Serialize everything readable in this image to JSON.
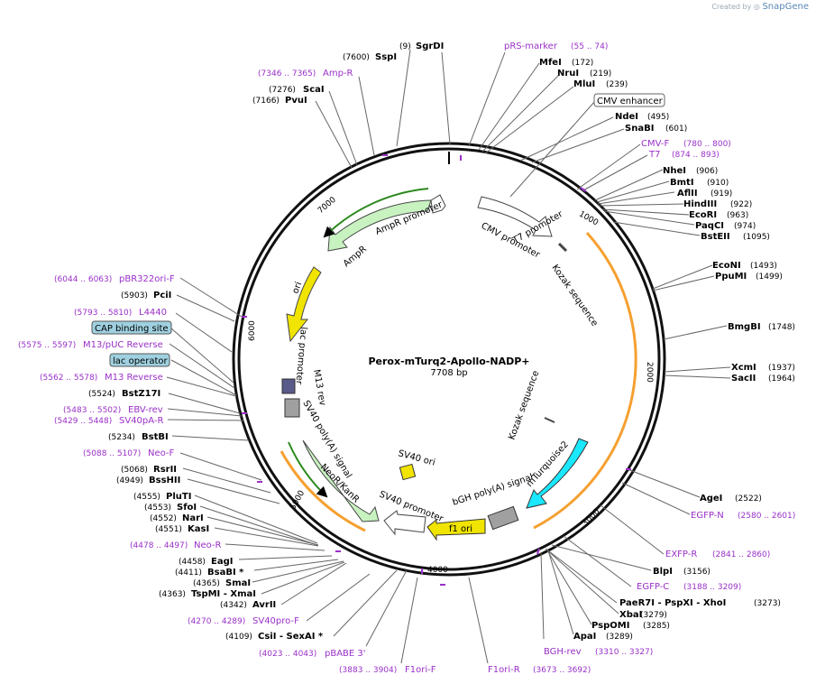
{
  "credit": {
    "prefix": "Created by",
    "brand": "SnapGene"
  },
  "plasmid": {
    "name": "Perox-mTurq2-Apollo-NADP+",
    "size_label": "7708 bp",
    "length": 7708
  },
  "ticks": [
    "1000",
    "2000",
    "3000",
    "4000",
    "5000",
    "6000",
    "7000"
  ],
  "enzymes_right": [
    {
      "name": "SgrDI",
      "pos": "(9)"
    },
    {
      "name": "MfeI",
      "pos": "(172)"
    },
    {
      "name": "NruI",
      "pos": "(219)"
    },
    {
      "name": "MluI",
      "pos": "(239)"
    },
    {
      "name": "NdeI",
      "pos": "(495)"
    },
    {
      "name": "SnaBI",
      "pos": "(601)"
    },
    {
      "name": "NheI",
      "pos": "(906)"
    },
    {
      "name": "BmtI",
      "pos": "(910)"
    },
    {
      "name": "AflII",
      "pos": "(919)"
    },
    {
      "name": "HindIII",
      "pos": "(922)"
    },
    {
      "name": "EcoRI",
      "pos": "(963)"
    },
    {
      "name": "PaqCI",
      "pos": "(974)"
    },
    {
      "name": "BstEII",
      "pos": "(1095)"
    },
    {
      "name": "EcoNI",
      "pos": "(1493)"
    },
    {
      "name": "PpuMI",
      "pos": "(1499)"
    },
    {
      "name": "BmgBI",
      "pos": "(1748)"
    },
    {
      "name": "XcmI",
      "pos": "(1937)"
    },
    {
      "name": "SacII",
      "pos": "(1964)"
    },
    {
      "name": "AgeI",
      "pos": "(2522)"
    },
    {
      "name": "BlpI",
      "pos": "(3156)"
    },
    {
      "name": "PaeR7I - PspXI - XhoI",
      "pos": "(3273)"
    },
    {
      "name": "XbaI",
      "pos": "(3279)"
    },
    {
      "name": "PspOMI",
      "pos": "(3285)"
    },
    {
      "name": "ApaI",
      "pos": "(3289)"
    }
  ],
  "enzymes_left": [
    {
      "name": "SspI",
      "pos": "(7600)"
    },
    {
      "name": "ScaI",
      "pos": "(7276)"
    },
    {
      "name": "PvuI",
      "pos": "(7166)"
    },
    {
      "name": "PciI",
      "pos": "(5903)"
    },
    {
      "name": "BstZ17I",
      "pos": "(5524)"
    },
    {
      "name": "BstBI",
      "pos": "(5234)"
    },
    {
      "name": "RsrII",
      "pos": "(5068)"
    },
    {
      "name": "BssHII",
      "pos": "(4949)"
    },
    {
      "name": "PluTI",
      "pos": "(4555)"
    },
    {
      "name": "SfoI",
      "pos": "(4553)"
    },
    {
      "name": "NarI",
      "pos": "(4552)"
    },
    {
      "name": "KasI",
      "pos": "(4551)"
    },
    {
      "name": "EagI",
      "pos": "(4458)"
    },
    {
      "name": "BsaBI *",
      "pos": "(4411)"
    },
    {
      "name": "SmaI",
      "pos": "(4365)"
    },
    {
      "name": "TspMI - XmaI",
      "pos": "(4363)"
    },
    {
      "name": "AvrII",
      "pos": "(4342)"
    },
    {
      "name": "CsiI - SexAI *",
      "pos": "(4109)"
    }
  ],
  "primers": [
    {
      "name": "pRS-marker",
      "range": "(55 .. 74)"
    },
    {
      "name": "CMV-F",
      "range": "(780 .. 800)"
    },
    {
      "name": "T7",
      "range": "(874 .. 893)"
    },
    {
      "name": "EGFP-N",
      "range": "(2580 .. 2601)"
    },
    {
      "name": "EXFP-R",
      "range": "(2841 .. 2860)"
    },
    {
      "name": "EGFP-C",
      "range": "(3188 .. 3209)"
    },
    {
      "name": "BGH-rev",
      "range": "(3310 .. 3327)"
    },
    {
      "name": "F1ori-R",
      "range": "(3673 .. 3692)"
    },
    {
      "name": "F1ori-F",
      "range": "(3883 .. 3904)"
    },
    {
      "name": "pBABE 3'",
      "range": "(4023 .. 4043)"
    },
    {
      "name": "SV40pro-F",
      "range": "(4270 .. 4289)"
    },
    {
      "name": "Neo-R",
      "range": "(4478 .. 4497)"
    },
    {
      "name": "Neo-F",
      "range": "(5088 .. 5107)"
    },
    {
      "name": "SV40pA-R",
      "range": "(5429 .. 5448)"
    },
    {
      "name": "EBV-rev",
      "range": "(5483 .. 5502)"
    },
    {
      "name": "M13 Reverse",
      "range": "(5562 .. 5578)"
    },
    {
      "name": "M13/pUC Reverse",
      "range": "(5575 .. 5597)"
    },
    {
      "name": "L4440",
      "range": "(5793 .. 5810)"
    },
    {
      "name": "pBR322ori-F",
      "range": "(6044 .. 6063)"
    },
    {
      "name": "Amp-R",
      "range": "(7346 .. 7365)"
    }
  ],
  "boxed_labels": {
    "cmv_enhancer": "CMV enhancer",
    "cap": "CAP binding site",
    "lac_op": "lac operator"
  },
  "features": {
    "cmv_promoter": "CMV promoter",
    "t7_promoter": "T7 promoter",
    "kozak1": "Kozak sequence",
    "kozak2": "Kozak sequence",
    "mturquoise2": "mTurquoise2",
    "bgh": "bGH poly(A) signal",
    "f1ori": "f1 ori",
    "sv40_promoter": "SV40 promoter",
    "sv40_ori": "SV40 ori",
    "neor": "NeoR/KanR",
    "sv40pa": "SV40 poly(A) signal",
    "m13rev": "M13 rev",
    "lac_promoter": "lac promoter",
    "ori": "ori",
    "ampr": "AmpR",
    "ampr_promoter": "AmpR promoter"
  },
  "colors": {
    "backbone": "#000000",
    "primer": "#9a30c8",
    "cyan": "#19e8ff",
    "yellow": "#f0e400",
    "green_light": "#c8f2c0",
    "orange": "#f5a030",
    "grey_box": "#a0a0a0",
    "box_fill": "#9fd0e0"
  }
}
